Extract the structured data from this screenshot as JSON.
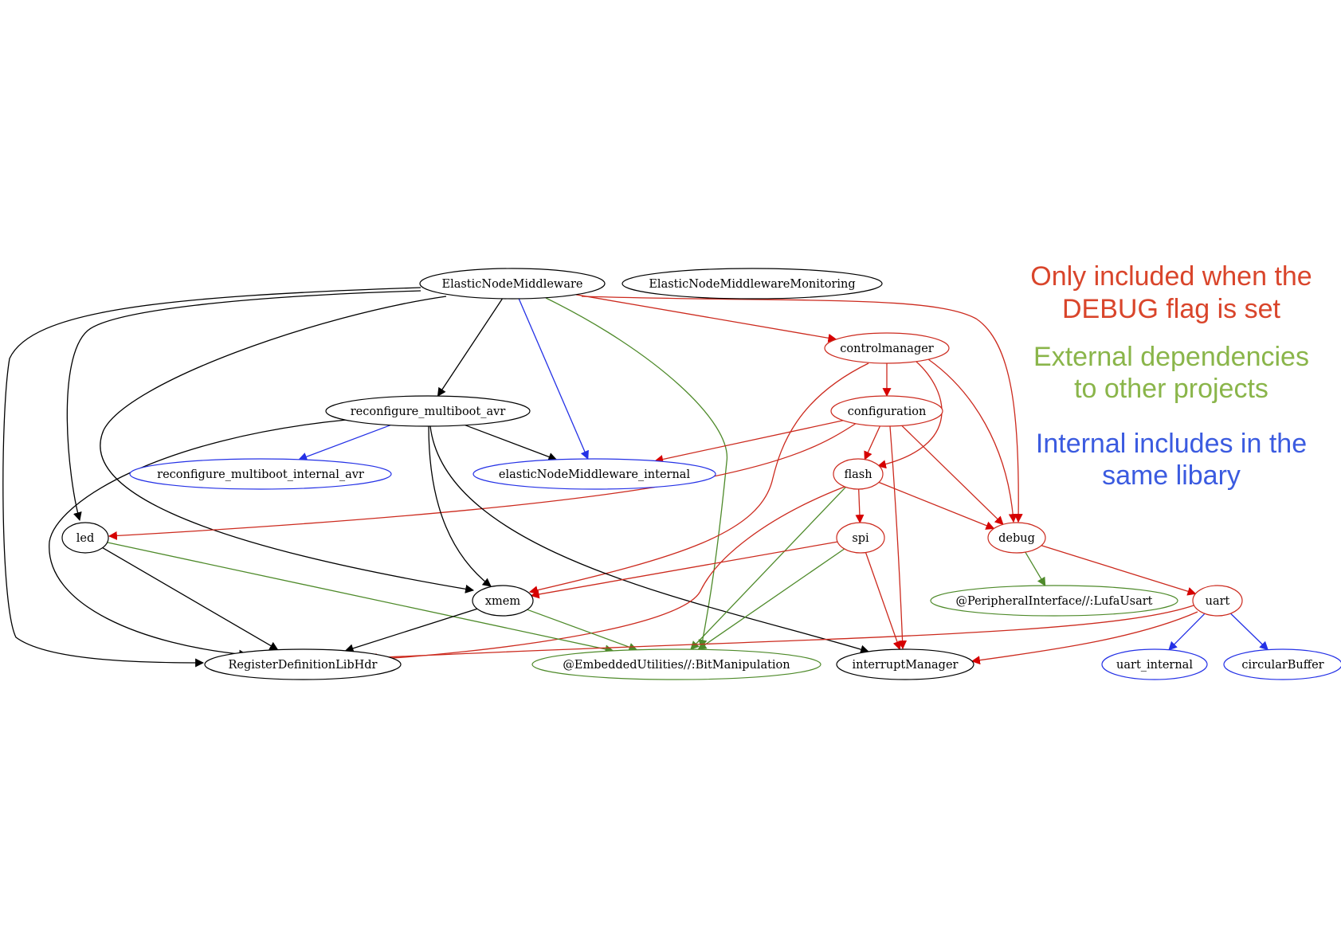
{
  "colors": {
    "default": "#000000",
    "debug": "#cc2a1e",
    "debug_arrow": "#d60000",
    "external": "#4e8a2a",
    "internal": "#2431e6",
    "legend_debug": "#d9452b",
    "legend_external": "#8ab54a",
    "legend_internal": "#3b5be0"
  },
  "nodes": [
    {
      "id": "ElasticNodeMiddleware",
      "label": "ElasticNodeMiddleware",
      "kind": "default"
    },
    {
      "id": "ElasticNodeMiddlewareMonitoring",
      "label": "ElasticNodeMiddlewareMonitoring",
      "kind": "default"
    },
    {
      "id": "controlmanager",
      "label": "controlmanager",
      "kind": "debug"
    },
    {
      "id": "configuration",
      "label": "configuration",
      "kind": "debug"
    },
    {
      "id": "reconfigure_multiboot_avr",
      "label": "reconfigure_multiboot_avr",
      "kind": "default"
    },
    {
      "id": "reconfigure_multiboot_internal_avr",
      "label": "reconfigure_multiboot_internal_avr",
      "kind": "internal"
    },
    {
      "id": "elasticNodeMiddleware_internal",
      "label": "elasticNodeMiddleware_internal",
      "kind": "internal"
    },
    {
      "id": "flash",
      "label": "flash",
      "kind": "debug"
    },
    {
      "id": "led",
      "label": "led",
      "kind": "default"
    },
    {
      "id": "spi",
      "label": "spi",
      "kind": "debug"
    },
    {
      "id": "debug",
      "label": "debug",
      "kind": "debug"
    },
    {
      "id": "xmem",
      "label": "xmem",
      "kind": "default"
    },
    {
      "id": "LufaUsart",
      "label": "@PeripheralInterface//:LufaUsart",
      "kind": "external"
    },
    {
      "id": "uart",
      "label": "uart",
      "kind": "debug"
    },
    {
      "id": "RegisterDefinitionLibHdr",
      "label": "RegisterDefinitionLibHdr",
      "kind": "default"
    },
    {
      "id": "BitManipulation",
      "label": "@EmbeddedUtilities//:BitManipulation",
      "kind": "external"
    },
    {
      "id": "interruptManager",
      "label": "interruptManager",
      "kind": "default"
    },
    {
      "id": "uart_internal",
      "label": "uart_internal",
      "kind": "internal"
    },
    {
      "id": "circularBuffer",
      "label": "circularBuffer",
      "kind": "internal"
    }
  ],
  "edges": [
    {
      "from": "ElasticNodeMiddleware",
      "to": "reconfigure_multiboot_avr",
      "kind": "default"
    },
    {
      "from": "ElasticNodeMiddleware",
      "to": "elasticNodeMiddleware_internal",
      "kind": "internal"
    },
    {
      "from": "ElasticNodeMiddleware",
      "to": "BitManipulation",
      "kind": "external"
    },
    {
      "from": "ElasticNodeMiddleware",
      "to": "controlmanager",
      "kind": "debug"
    },
    {
      "from": "ElasticNodeMiddleware",
      "to": "debug",
      "kind": "debug"
    },
    {
      "from": "ElasticNodeMiddleware",
      "to": "led",
      "kind": "default"
    },
    {
      "from": "ElasticNodeMiddleware",
      "to": "RegisterDefinitionLibHdr",
      "kind": "default"
    },
    {
      "from": "ElasticNodeMiddleware",
      "to": "xmem",
      "kind": "default"
    },
    {
      "from": "controlmanager",
      "to": "configuration",
      "kind": "debug"
    },
    {
      "from": "controlmanager",
      "to": "flash",
      "kind": "debug"
    },
    {
      "from": "controlmanager",
      "to": "debug",
      "kind": "debug"
    },
    {
      "from": "controlmanager",
      "to": "xmem",
      "kind": "debug"
    },
    {
      "from": "configuration",
      "to": "elasticNodeMiddleware_internal",
      "kind": "debug"
    },
    {
      "from": "configuration",
      "to": "led",
      "kind": "debug"
    },
    {
      "from": "configuration",
      "to": "flash",
      "kind": "debug"
    },
    {
      "from": "configuration",
      "to": "debug",
      "kind": "debug"
    },
    {
      "from": "configuration",
      "to": "interruptManager",
      "kind": "debug"
    },
    {
      "from": "reconfigure_multiboot_avr",
      "to": "reconfigure_multiboot_internal_avr",
      "kind": "internal"
    },
    {
      "from": "reconfigure_multiboot_avr",
      "to": "elasticNodeMiddleware_internal",
      "kind": "default"
    },
    {
      "from": "reconfigure_multiboot_avr",
      "to": "xmem",
      "kind": "default"
    },
    {
      "from": "reconfigure_multiboot_avr",
      "to": "interruptManager",
      "kind": "default"
    },
    {
      "from": "reconfigure_multiboot_avr",
      "to": "RegisterDefinitionLibHdr",
      "kind": "default"
    },
    {
      "from": "flash",
      "to": "spi",
      "kind": "debug"
    },
    {
      "from": "flash",
      "to": "debug",
      "kind": "debug"
    },
    {
      "from": "flash",
      "to": "BitManipulation",
      "kind": "external"
    },
    {
      "from": "flash",
      "to": "RegisterDefinitionLibHdr",
      "kind": "debug"
    },
    {
      "from": "spi",
      "to": "xmem",
      "kind": "debug"
    },
    {
      "from": "spi",
      "to": "interruptManager",
      "kind": "debug"
    },
    {
      "from": "spi",
      "to": "BitManipulation",
      "kind": "external"
    },
    {
      "from": "debug",
      "to": "LufaUsart",
      "kind": "external"
    },
    {
      "from": "debug",
      "to": "uart",
      "kind": "debug"
    },
    {
      "from": "led",
      "to": "RegisterDefinitionLibHdr",
      "kind": "default"
    },
    {
      "from": "led",
      "to": "BitManipulation",
      "kind": "external"
    },
    {
      "from": "xmem",
      "to": "RegisterDefinitionLibHdr",
      "kind": "default"
    },
    {
      "from": "xmem",
      "to": "BitManipulation",
      "kind": "external"
    },
    {
      "from": "uart",
      "to": "uart_internal",
      "kind": "internal"
    },
    {
      "from": "uart",
      "to": "circularBuffer",
      "kind": "internal"
    },
    {
      "from": "uart",
      "to": "interruptManager",
      "kind": "debug"
    },
    {
      "from": "uart",
      "to": "RegisterDefinitionLibHdr",
      "kind": "debug"
    }
  ],
  "legend": [
    {
      "lines": [
        "Only included when the",
        "DEBUG flag is set"
      ],
      "color_key": "legend_debug"
    },
    {
      "lines": [
        "External dependencies",
        "to other projects"
      ],
      "color_key": "legend_external"
    },
    {
      "lines": [
        "Internal includes in the",
        "same libary"
      ],
      "color_key": "legend_internal"
    }
  ]
}
